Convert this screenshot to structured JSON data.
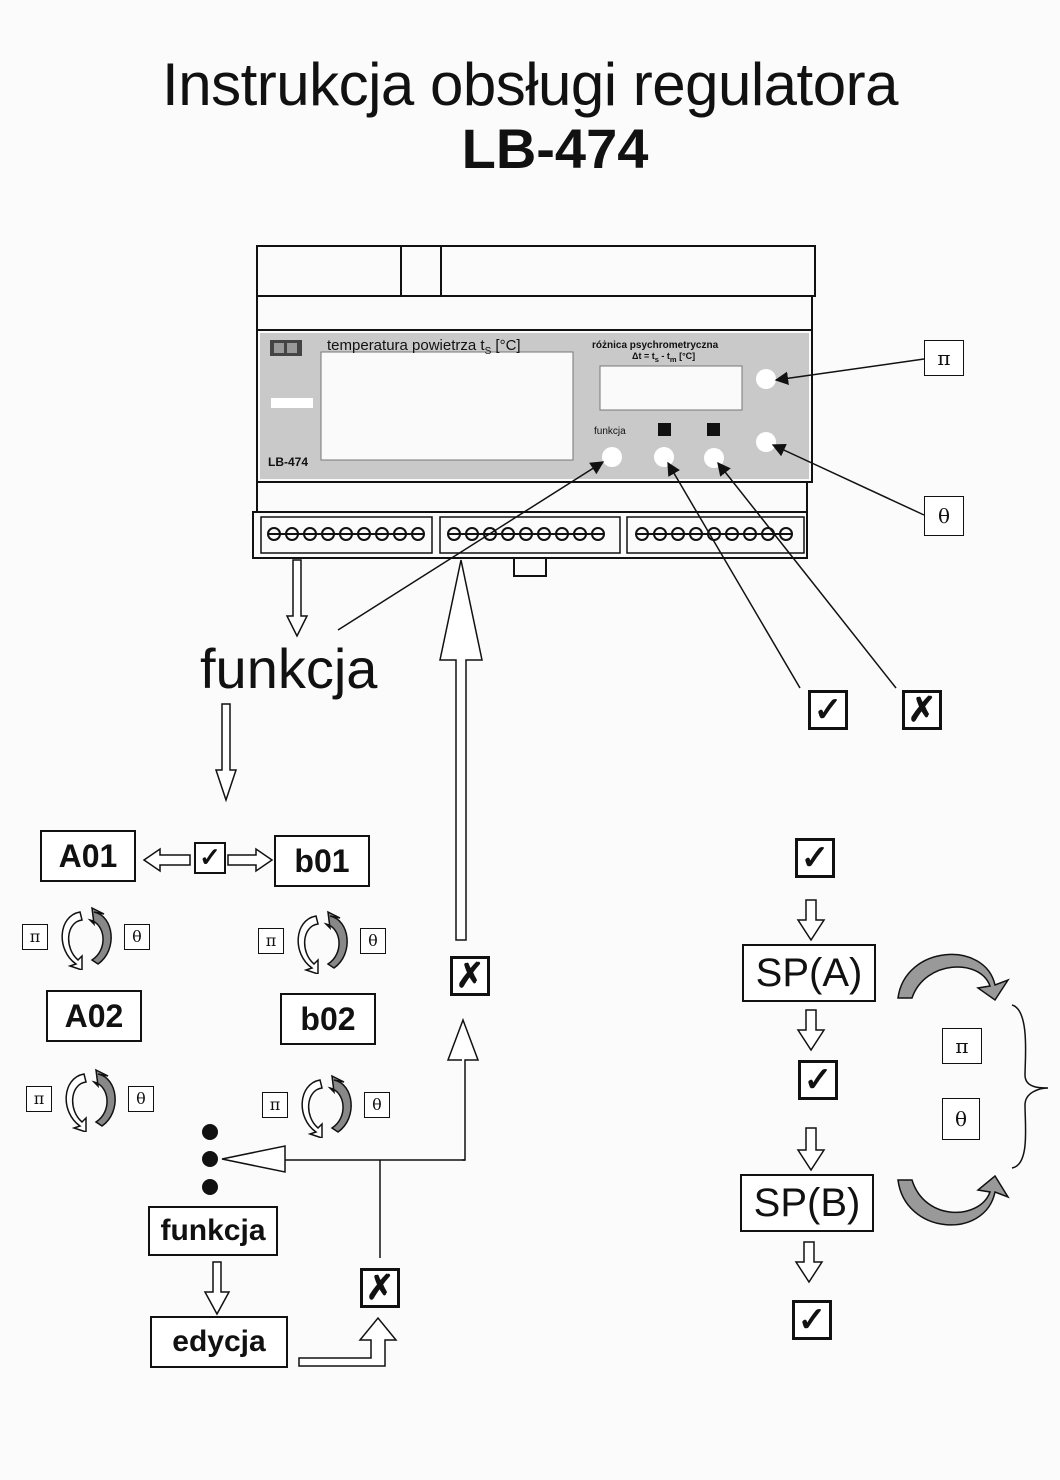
{
  "header": {
    "title": "Instrukcja obsługi regulatora",
    "model": "LB-474"
  },
  "device": {
    "label_left": "temperatura powietrza t",
    "label_left_sub": "S",
    "label_left_unit": "[°C]",
    "label_right_1": "różnica psychrometryczna",
    "label_right_2": "Δt = t",
    "label_right_2_s": "s",
    "label_right_2_mid": " - t",
    "label_right_2_m": "m",
    "label_right_2_unit": " [°C]",
    "button_funkcja": "funkcja",
    "model": "LB-474"
  },
  "symbols": {
    "pi": "π",
    "theta": "θ",
    "check": "✓",
    "cross": "✗"
  },
  "flow_left": {
    "funkcja_big": "funkcja",
    "a01": "A01",
    "b01": "b01",
    "a02": "A02",
    "b02": "b02",
    "funkcja_box": "funkcja",
    "edycja_box": "edycja"
  },
  "flow_right": {
    "sp_a": "SP(A)",
    "sp_b": "SP(B)"
  }
}
